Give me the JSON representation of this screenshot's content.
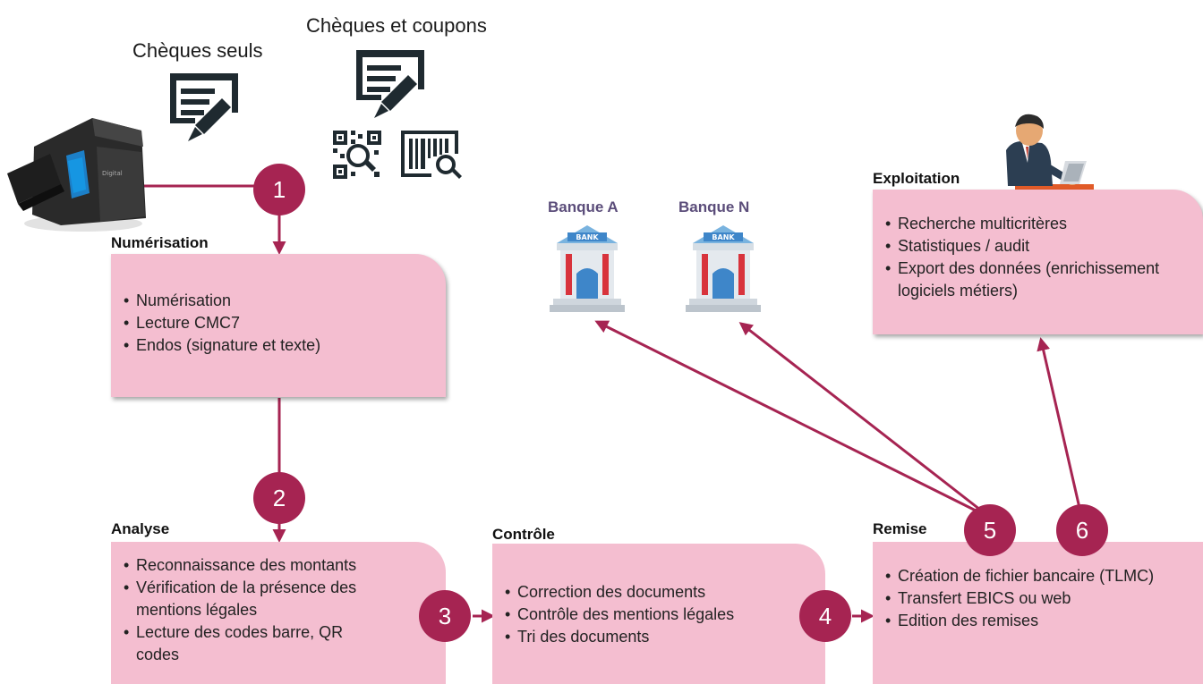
{
  "captions": {
    "cheques_seuls": "Chèques seuls",
    "cheques_coupons": "Chèques et coupons"
  },
  "scanner": {
    "label": "Digital"
  },
  "banks": [
    {
      "title": "Banque  A",
      "badge": "BANK"
    },
    {
      "title": "Banque  N",
      "badge": "BANK"
    }
  ],
  "steps": [
    "1",
    "2",
    "3",
    "4",
    "5",
    "6"
  ],
  "sections": {
    "numerisation": {
      "title": "Numérisation",
      "items": [
        "Numérisation",
        "Lecture CMC7",
        "Endos (signature et texte)"
      ]
    },
    "analyse": {
      "title": "Analyse",
      "items": [
        "Reconnaissance des montants",
        "Vérification de la présence des mentions légales",
        "Lecture des codes barre, QR codes"
      ]
    },
    "controle": {
      "title": "Contrôle",
      "items": [
        "Correction des documents",
        "Contrôle des mentions légales",
        "Tri des documents"
      ]
    },
    "remise": {
      "title": "Remise",
      "items": [
        "Création de fichier bancaire (TLMC)",
        "Transfert EBICS ou web",
        "Edition des remises"
      ]
    },
    "exploitation": {
      "title": "Exploitation",
      "items": [
        "Recherche multicritères",
        "Statistiques / audit",
        "Export des données (enrichissement logiciels métiers)"
      ]
    }
  },
  "colors": {
    "accent": "#a62452",
    "box": "#f4bed0",
    "icon": "#1f2a30",
    "bank": "#5b4d7a"
  }
}
